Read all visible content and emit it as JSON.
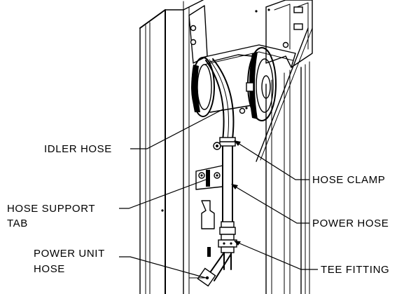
{
  "labels": {
    "idler_hose": "IDLER HOSE",
    "hose_support_line1": "HOSE SUPPORT",
    "hose_support_line2": "TAB",
    "power_unit_line1": "POWER UNIT",
    "power_unit_line2": "HOSE",
    "hose_clamp": "HOSE CLAMP",
    "power_hose": "POWER HOSE",
    "tee_fitting": "TEE FITTING"
  }
}
